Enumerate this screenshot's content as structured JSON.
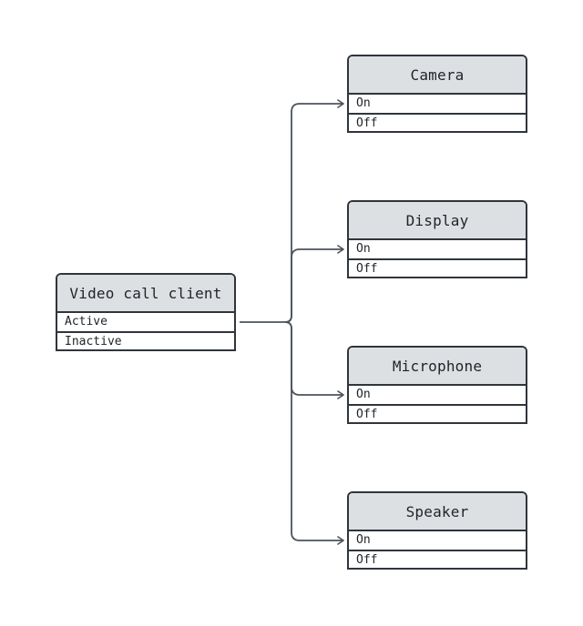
{
  "root": {
    "title": "Video call client",
    "states": [
      "Active",
      "Inactive"
    ]
  },
  "children": [
    {
      "title": "Camera",
      "states": [
        "On",
        "Off"
      ]
    },
    {
      "title": "Display",
      "states": [
        "On",
        "Off"
      ]
    },
    {
      "title": "Microphone",
      "states": [
        "On",
        "Off"
      ]
    },
    {
      "title": "Speaker",
      "states": [
        "On",
        "Off"
      ]
    }
  ],
  "colors": {
    "header_fill": "#dde0e3",
    "border": "#2f353b",
    "connector": "#4b535b"
  }
}
